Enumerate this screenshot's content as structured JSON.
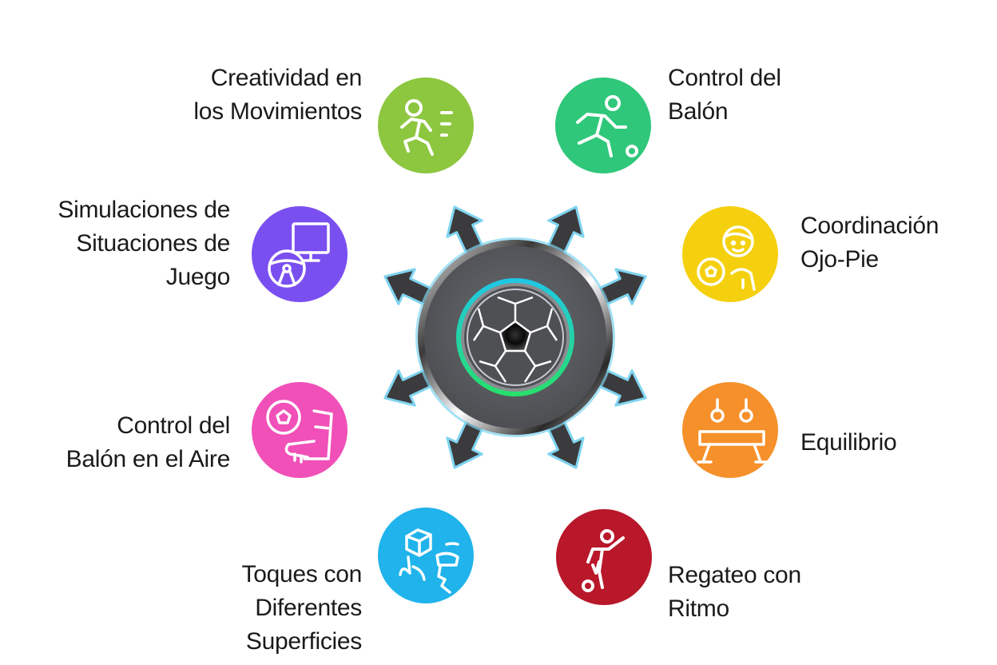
{
  "hub": {
    "icon": "soccer-ball-icon",
    "ring_color": "#5a5c60",
    "accent_gradient": [
      "#1fc7e6",
      "#27e06a"
    ],
    "arrow_count": 8,
    "arrow_color": "#3b3b3d",
    "arrow_outline": "#7fd4f0"
  },
  "items": [
    {
      "id": "creatividad",
      "lines": [
        "Creatividad en",
        "los Movimientos"
      ],
      "icon": "running-person-icon",
      "color": "#8dc63f",
      "align": "right"
    },
    {
      "id": "control-balon",
      "lines": [
        "Control del",
        "Balón"
      ],
      "icon": "player-kicking-ball-icon",
      "color": "#2fc77a",
      "align": "left"
    },
    {
      "id": "simulaciones",
      "lines": [
        "Simulaciones de",
        "Situaciones de",
        "Juego"
      ],
      "icon": "steering-wheel-monitor-icon",
      "color": "#7a4ff0",
      "align": "right"
    },
    {
      "id": "coordinacion",
      "lines": [
        "Coordinación",
        "Ojo-Pie"
      ],
      "icon": "boy-with-ball-icon",
      "color": "#f5d00f",
      "align": "left"
    },
    {
      "id": "control-aire",
      "lines": [
        "Control del",
        "Balón en el Aire"
      ],
      "icon": "ball-and-cleat-icon",
      "color": "#f050b8",
      "align": "right"
    },
    {
      "id": "equilibrio",
      "lines": [
        "Equilibrio"
      ],
      "icon": "balance-beam-rings-icon",
      "color": "#f5902a",
      "align": "left"
    },
    {
      "id": "toques",
      "lines": [
        "Toques con",
        "Diferentes",
        "Superficies"
      ],
      "icon": "touch-surfaces-icon",
      "color": "#20b3ec",
      "align": "right"
    },
    {
      "id": "regateo",
      "lines": [
        "Regateo con",
        "Ritmo"
      ],
      "icon": "dribbling-player-icon",
      "color": "#b8182a",
      "align": "left"
    }
  ]
}
